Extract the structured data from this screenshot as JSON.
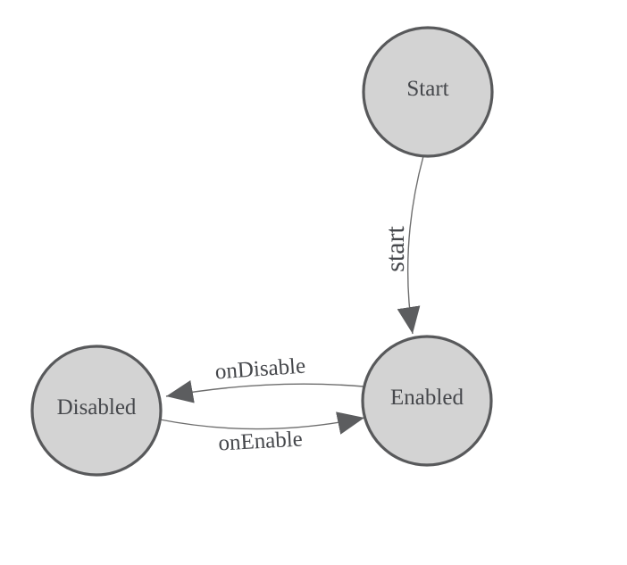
{
  "colors": {
    "background": "#ffffff",
    "node_fill": "#d3d3d3",
    "node_stroke": "#58595b",
    "edge_stroke": "#6e6e6e",
    "arrow_fill": "#5c5d5f",
    "label_color": "#45474b"
  },
  "diagram": {
    "kind": "state-machine",
    "nodes": [
      {
        "id": "start",
        "label": "Start"
      },
      {
        "id": "enabled",
        "label": "Enabled"
      },
      {
        "id": "disabled",
        "label": "Disabled"
      }
    ],
    "edges": [
      {
        "id": "start-transition",
        "from": "Start",
        "to": "Enabled",
        "label": "start"
      },
      {
        "id": "disable-transition",
        "from": "Enabled",
        "to": "Disabled",
        "label": "onDisable"
      },
      {
        "id": "enable-transition",
        "from": "Disabled",
        "to": "Enabled",
        "label": "onEnable"
      }
    ]
  }
}
